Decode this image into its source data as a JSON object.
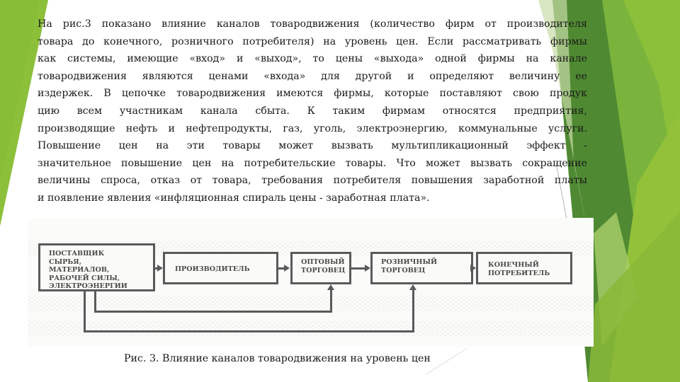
{
  "slide": {
    "theme_colors": {
      "light_green": "#8cc03a",
      "mid_green": "#6aa33a",
      "dark_green": "#4f8a32",
      "pale_green": "#c8dba6",
      "background": "#ffffff"
    },
    "body_lines": [
      "На рис.3 показано влияние каналов товародвижения (количество фирм от производителя",
      "товара до конечного, розничного потребителя) на уровень цен. Если рассматривать фирмы",
      "как системы, имеющие «вход» и «выход», то цены «выхода» одной фирмы на канале",
      "товародвижения являются ценами «входа» для другой и определяют величину ее",
      "издержек. В цепочке товародвижения имеются фирмы, которые поставляют свою продук",
      "цию всем участникам канала сбыта. К таким фирмам относятся предприятия,",
      "производящие нефть и нефтепродукты, газ, уголь, электроэнергию, коммунальные услуги.",
      "Повышение цен на эти товары может вызвать мультипликационный эффект -",
      "значительное повышение цен на потребительские товары. Что может вызвать сокращение",
      "величины спроса, отказ от товара, требования потребителя повышения заработной платы",
      "и появление явления «инфляционная спираль цены - заработная плата»."
    ],
    "diagram": {
      "boxes": [
        {
          "id": "supplier",
          "lines": [
            "ПОСТАВЩИК",
            "СЫРЬЯ,",
            "МАТЕРИАЛОВ,",
            "РАБОЧЕЙ СИЛЫ,",
            "ЭЛЕКТРОЭНЕРГИИ"
          ]
        },
        {
          "id": "producer",
          "lines": [
            "ПРОИЗВОДИТЕЛЬ"
          ]
        },
        {
          "id": "wholesaler",
          "lines": [
            "ОПТОВЫЙ",
            "ТОРГОВЕЦ"
          ]
        },
        {
          "id": "retailer",
          "lines": [
            "РОЗНИЧНЫЙ",
            "ТОРГОВЕЦ"
          ]
        },
        {
          "id": "consumer",
          "lines": [
            "КОНЕЧНЫЙ",
            "ПОТРЕБИТЕЛЬ"
          ]
        }
      ],
      "flows": [
        {
          "from": "supplier",
          "to": "producer"
        },
        {
          "from": "producer",
          "to": "wholesaler"
        },
        {
          "from": "wholesaler",
          "to": "retailer"
        },
        {
          "from": "retailer",
          "to": "consumer"
        },
        {
          "from": "supplier",
          "to": "wholesaler",
          "route": "below"
        },
        {
          "from": "supplier",
          "to": "retailer",
          "route": "below"
        }
      ]
    },
    "caption": "Рис. 3. Влияние каналов товародвижения на уровень цен"
  }
}
